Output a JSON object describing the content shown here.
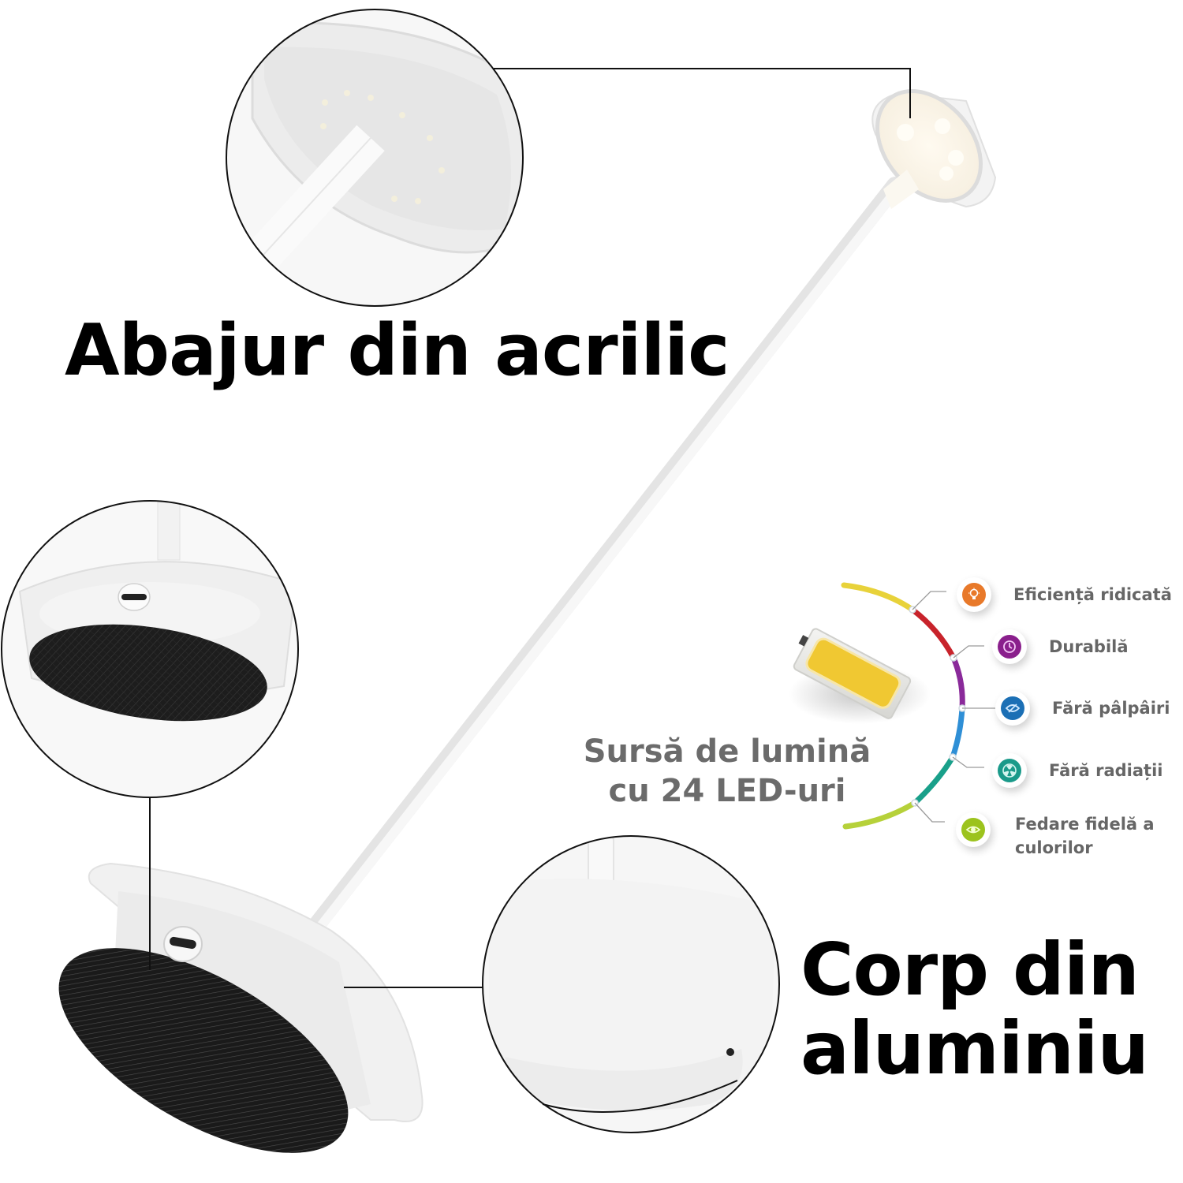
{
  "headlines": {
    "shade": "Abajur din acrilic",
    "body_line1": "Corp din",
    "body_line2": "aluminiu"
  },
  "led_section": {
    "caption_line1": "Sursă de lumină",
    "caption_line2": "cu 24 LED-uri",
    "features": [
      {
        "label": "Eficiență ridicată",
        "icon": "lightbulb-icon",
        "color": "#e8792a"
      },
      {
        "label": "Durabilă",
        "icon": "clock-icon",
        "color": "#8a1f8c"
      },
      {
        "label": "Fără pâlpâiri",
        "icon": "eye-off-icon",
        "color": "#1b6fb5"
      },
      {
        "label": "Fără radiații",
        "icon": "radiation-icon",
        "color": "#1a9a8a"
      },
      {
        "label": "Fedare fidelă a culorilor",
        "label_line1": "Fedare fidelă a",
        "label_line2": "culorilor",
        "icon": "eye-icon",
        "color": "#9cc31d"
      }
    ],
    "arc_colors": [
      "#e8d23a",
      "#c8232b",
      "#8a2a9a",
      "#2f8fd6",
      "#2740a0",
      "#19a08a",
      "#e2d83a",
      "#7cc030"
    ]
  },
  "colors": {
    "headline": "#000000",
    "caption": "#6b6b6b",
    "leader_line": "#111111",
    "base_pad": "#1e1e1e",
    "lamp_white": "#f2f2f2"
  }
}
